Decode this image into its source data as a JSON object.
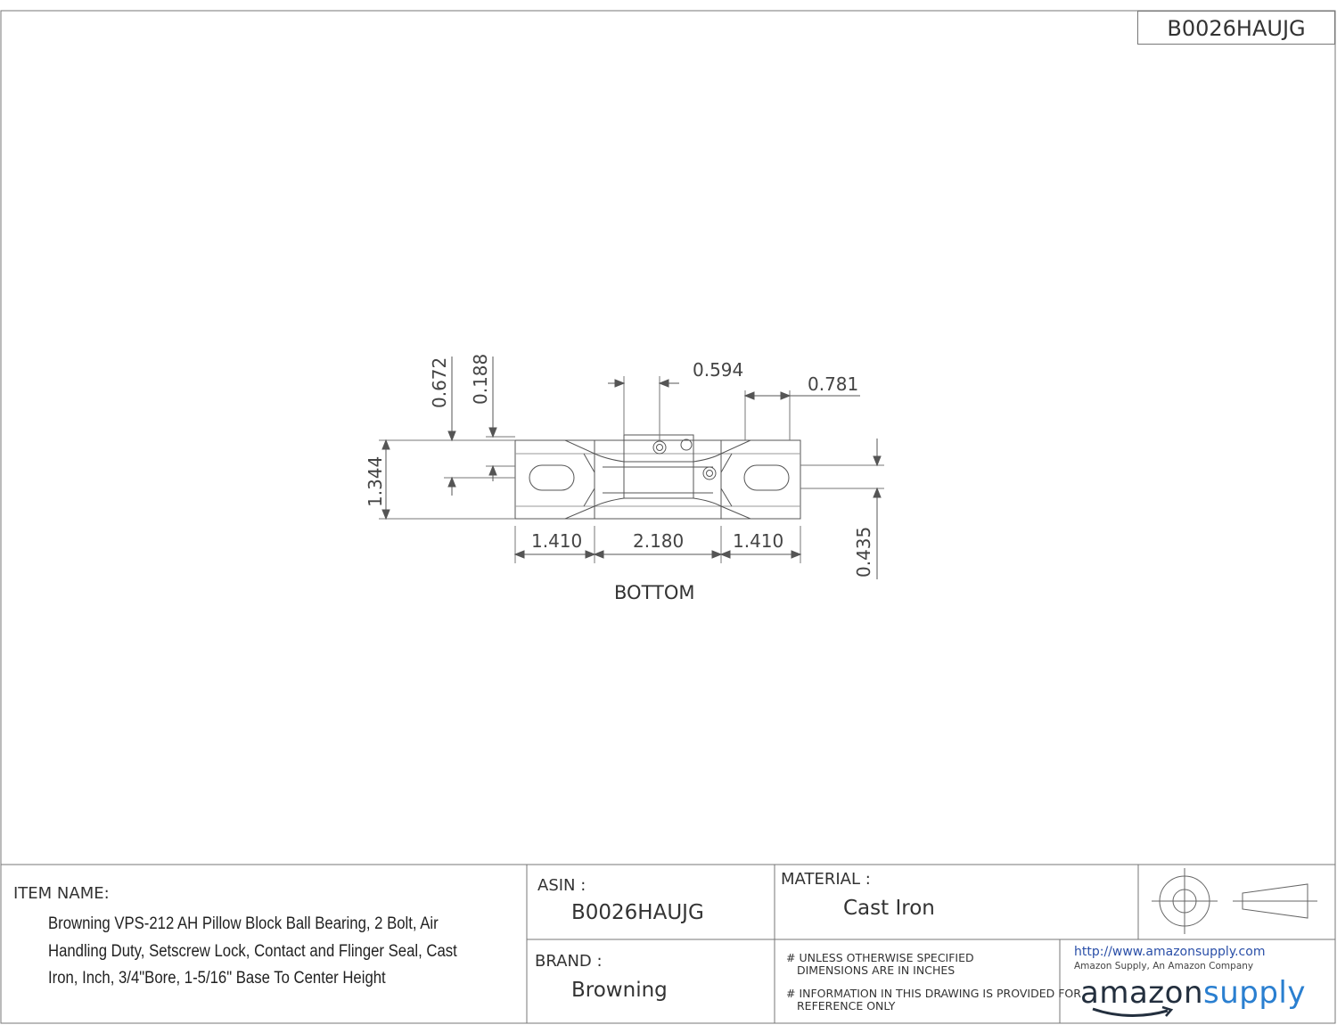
{
  "header": {
    "part_number": "B0026HAUJG"
  },
  "drawing": {
    "view_label": "BOTTOM",
    "dimensions": {
      "d_0672": "0.672",
      "d_0188": "0.188",
      "d_0594": "0.594",
      "d_0781": "0.781",
      "d_1344": "1.344",
      "d_1410_left": "1.410",
      "d_2180": "2.180",
      "d_1410_right": "1.410",
      "d_0435": "0.435"
    }
  },
  "title_block": {
    "item_name_label": "ITEM NAME:",
    "item_name": "Browning VPS-212 AH Pillow Block Ball Bearing, 2 Bolt, Air Handling Duty, Setscrew Lock, Contact and Flinger Seal, Cast Iron, Inch, 3/4\"Bore, 1-5/16\" Base To Center Height",
    "asin_label": "ASIN :",
    "asin": "B0026HAUJG",
    "brand_label": "BRAND :",
    "brand": "Browning",
    "material_label": "MATERIAL :",
    "material": "Cast Iron",
    "note1_line1": "# UNLESS OTHERWISE SPECIFIED",
    "note1_line2": "DIMENSIONS ARE IN INCHES",
    "note2_line1": "# INFORMATION IN THIS DRAWING IS PROVIDED FOR",
    "note2_line2": "REFERENCE ONLY",
    "url": "http://www.amazonsupply.com",
    "tagline": "Amazon Supply, An Amazon Company",
    "logo_part1": "amazon",
    "logo_part2": "supply"
  },
  "colors": {
    "line": "#555555",
    "logo_dark": "#232f3e",
    "logo_blue": "#2a7fd0",
    "url": "#2a4fa8"
  }
}
